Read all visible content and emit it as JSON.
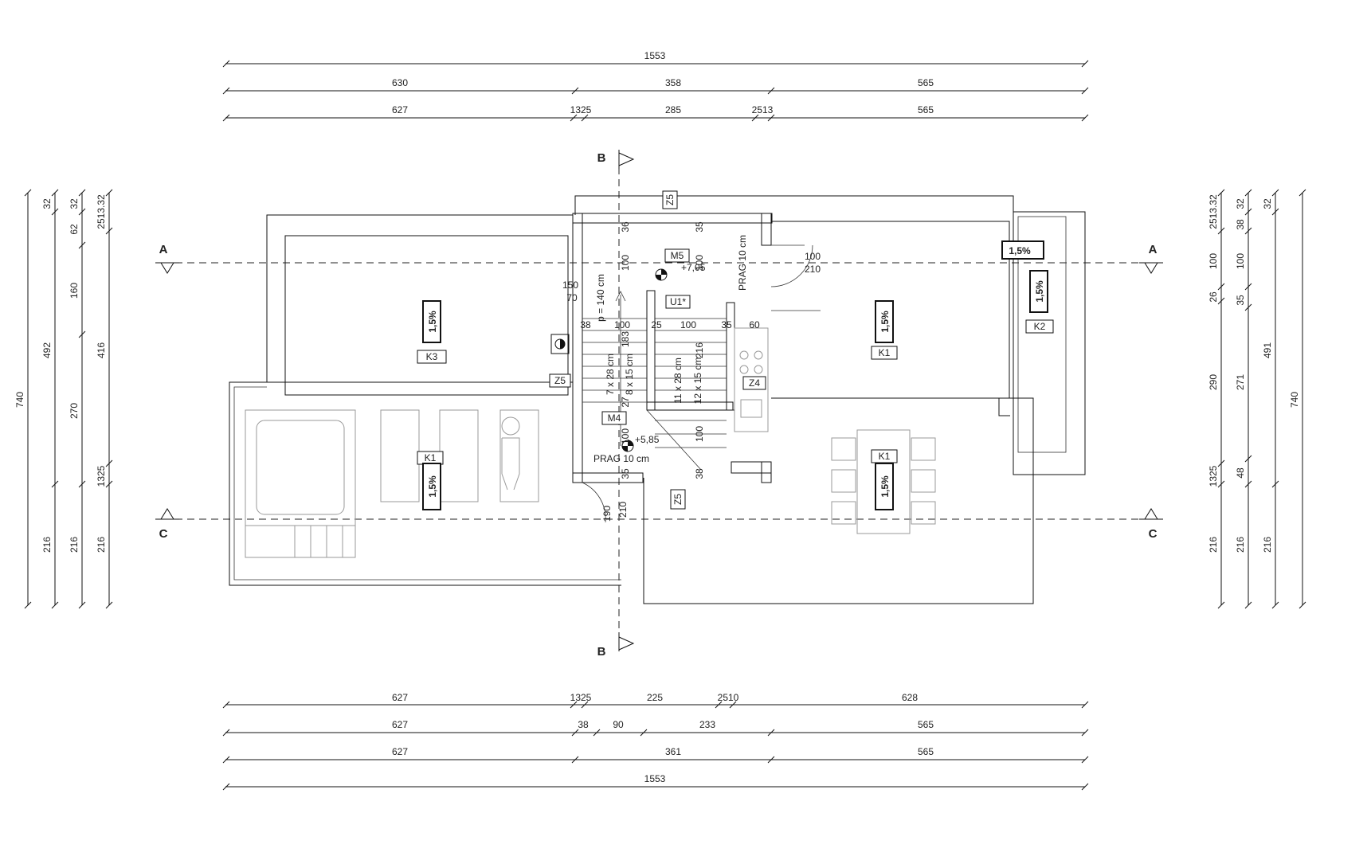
{
  "dimensions": {
    "top_row1": [
      "1553"
    ],
    "top_row2": [
      "630",
      "358",
      "565"
    ],
    "top_row3": [
      "627",
      "1325",
      "285",
      "2513",
      "565"
    ],
    "bottom_row1": [
      "627",
      "1325",
      "225",
      "2510",
      "628"
    ],
    "bottom_row2": [
      "627",
      "38",
      "90",
      "233",
      "565"
    ],
    "bottom_row3": [
      "627",
      "361",
      "565"
    ],
    "bottom_row4": [
      "1553"
    ],
    "left_col1": [
      "740"
    ],
    "left_col2": [
      "32",
      "492",
      "216"
    ],
    "left_col3": [
      "32",
      "62",
      "160",
      "270",
      "216"
    ],
    "left_col4": [
      "2513.32",
      "416",
      "1325",
      "216"
    ],
    "right_col1": [
      "2513.32",
      "100",
      "26",
      "290",
      "1325",
      "216"
    ],
    "right_col2": [
      "32",
      "38",
      "100",
      "35",
      "271",
      "48",
      "216"
    ],
    "right_col3": [
      "32",
      "491",
      "216"
    ],
    "right_col4": [
      "740"
    ]
  },
  "sections": {
    "a_left": "A",
    "a_right": "A",
    "b_top": "B",
    "b_bottom": "B",
    "c_left": "C",
    "c_right": "C"
  },
  "tags": {
    "z5_top": "Z5",
    "m5": "M5",
    "u1": "U1*",
    "z5_left": "Z5",
    "z4": "Z4",
    "m4": "M4",
    "z5_bottom": "Z5",
    "k3": "K3",
    "k1_left": "K1",
    "k1_top": "K1",
    "k1_right": "K1",
    "k2": "K2"
  },
  "slopes": {
    "k3": "1,5%",
    "k1_left": "1,5%",
    "k1_top": "1,5%",
    "k1_right": "1,5%",
    "k2": "1,5%",
    "k2_horizontal": "1,5%"
  },
  "annotations": {
    "level_top": "+7,05",
    "level_bottom": "+5,85",
    "prag_top": "PRAG 10 cm",
    "prag_bottom": "PRAG 10 cm",
    "stair1": "7 x 28 cm",
    "stair2": "8 x 15 cm",
    "stair3": "11 x 28 cm",
    "stair4": "12 x 15 cm",
    "p140": "p = 140 cm",
    "door_100": "100",
    "door_210": "210",
    "d_150": "150",
    "d_70": "70",
    "d_38a": "38",
    "d_100a": "100",
    "d_25": "25",
    "d_100b": "100",
    "d_35a": "35",
    "d_60": "60",
    "d_36": "36",
    "d_35b": "35",
    "d_100v1": "100",
    "d_100v2": "100",
    "d_100v3": "100",
    "d_183": "183",
    "d_216v": "216",
    "d_27": "27",
    "d_100v4": "100",
    "d_35v": "35",
    "d_38v": "38",
    "d_190": "190",
    "d_210v": "210"
  }
}
